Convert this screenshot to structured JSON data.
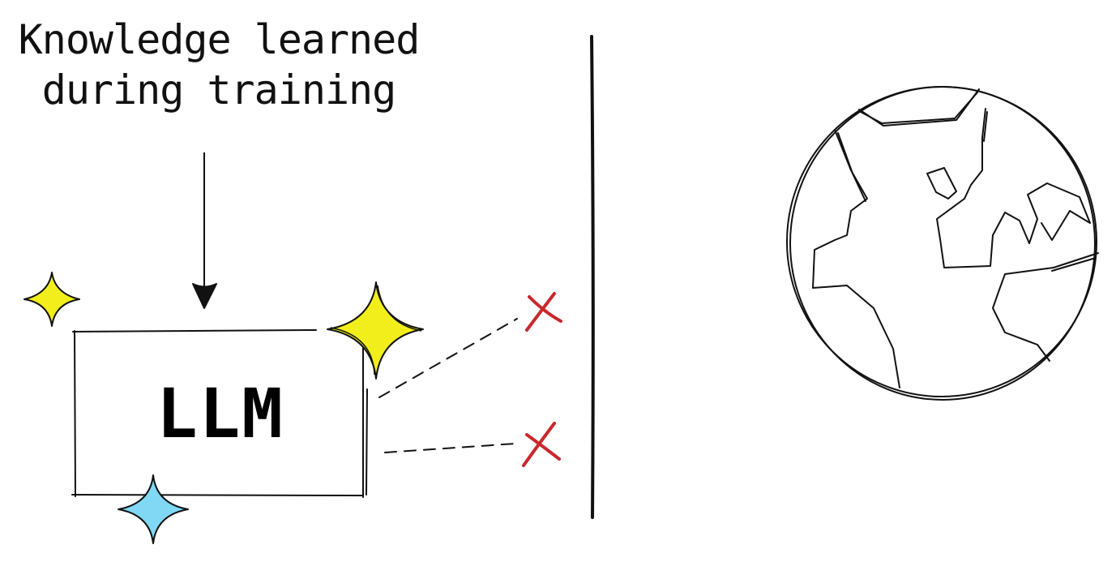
{
  "caption": {
    "line1": "Knowledge learned",
    "line2": "during training"
  },
  "model_box": {
    "label": "LLM"
  },
  "colors": {
    "ink": "#111111",
    "sparkle_yellow": "#f2ee1c",
    "sparkle_blue": "#80d8f5",
    "blocked_red": "#c8282c"
  },
  "icons": [
    "arrow-down-icon",
    "sparkle-icon",
    "cross-icon",
    "globe-icon"
  ]
}
